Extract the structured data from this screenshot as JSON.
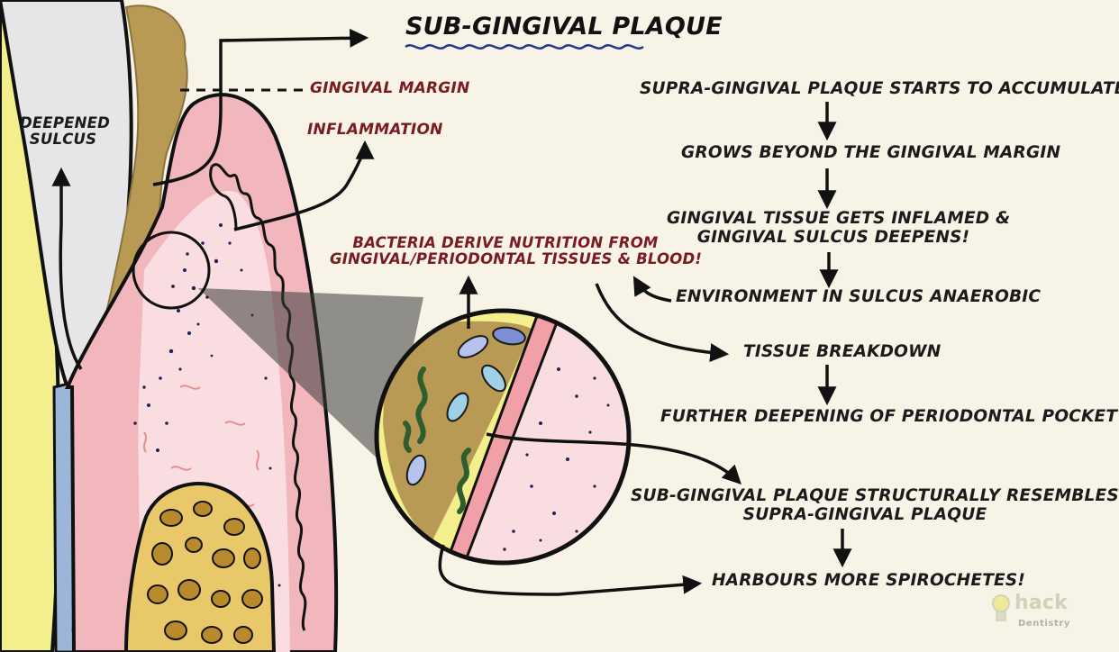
{
  "title": "SUB-GINGIVAL PLAQUE",
  "labels": {
    "gingival_margin": "GINGIVAL MARGIN",
    "inflammation": "INFLAMMATION",
    "deepened_sulcus_line1": "DEEPENED",
    "deepened_sulcus_line2": "SULCUS",
    "bacteria_line1": "BACTERIA DERIVE NUTRITION FROM",
    "bacteria_line2": "GINGIVAL/PERIODONTAL TISSUES & BLOOD!"
  },
  "flow": {
    "step1": "SUPRA-GINGIVAL PLAQUE STARTS TO ACCUMULATE",
    "step2": "GROWS BEYOND THE GINGIVAL MARGIN",
    "step3_line1": "GINGIVAL TISSUE GETS INFLAMED &",
    "step3_line2": "GINGIVAL SULCUS DEEPENS!",
    "step4": "ENVIRONMENT IN SULCUS ANAEROBIC",
    "step5": "TISSUE BREAKDOWN",
    "step6": "FURTHER DEEPENING OF PERIODONTAL POCKET",
    "step7_line1": "SUB-GINGIVAL PLAQUE STRUCTURALLY RESEMBLES",
    "step7_line2": "SUPRA-GINGIVAL PLAQUE",
    "step8": "HARBOURS MORE SPIROCHETES!"
  },
  "logo": {
    "brand": "hack",
    "sub": "Dentistry"
  },
  "colors": {
    "background": "#f7f3e6",
    "label_red": "#7a1b22",
    "gum_pink": "#f2b7bd",
    "plaque_olive": "#b89a55",
    "bone_yellow": "#e9c86a",
    "enamel_yellow": "#f3ef8c"
  }
}
